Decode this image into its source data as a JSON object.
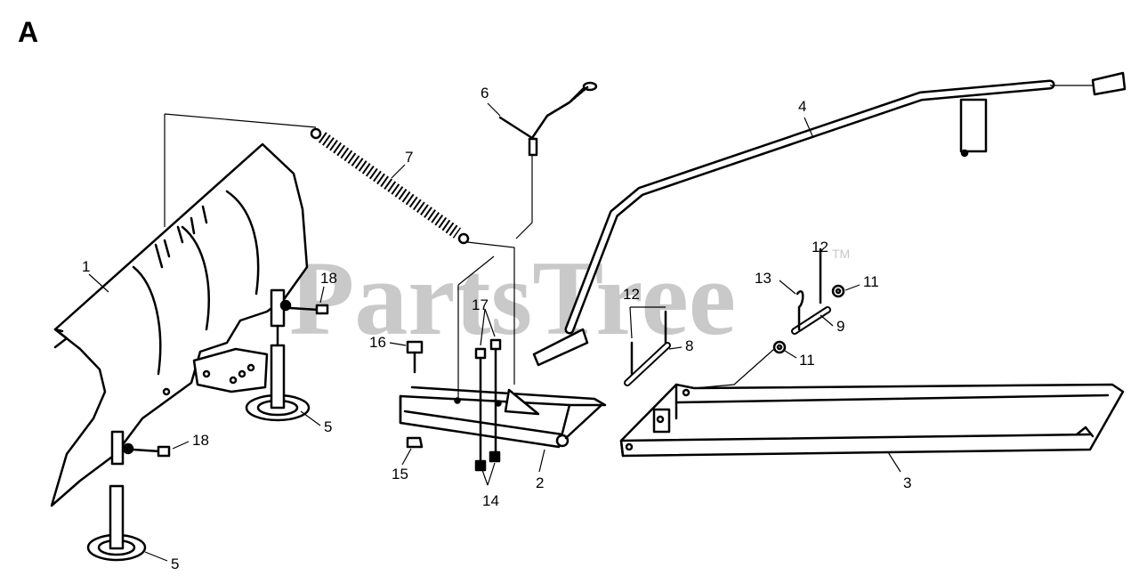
{
  "panel_letter": "A",
  "watermark": "PartsTree",
  "watermark_tm": "TM",
  "callouts": {
    "c1": "1",
    "c2": "2",
    "c3": "3",
    "c4": "4",
    "c5a": "5",
    "c5b": "5",
    "c6": "6",
    "c7": "7",
    "c8": "8",
    "c9": "9",
    "c11a": "11",
    "c11b": "11",
    "c12a": "12",
    "c12b": "12",
    "c13": "13",
    "c14": "14",
    "c15": "15",
    "c16": "16",
    "c17": "17",
    "c18a": "18",
    "c18b": "18"
  }
}
